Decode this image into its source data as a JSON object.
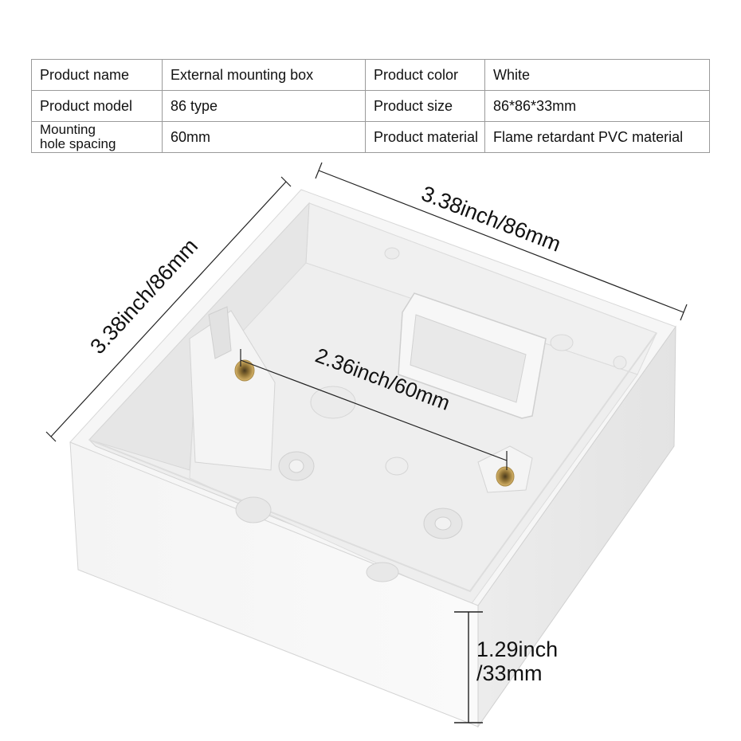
{
  "specs": {
    "rows": [
      [
        {
          "label": "Product name",
          "value": "External mounting box"
        },
        {
          "label": "Product color",
          "value": "White"
        }
      ],
      [
        {
          "label": "Product model",
          "value": "86 type"
        },
        {
          "label": "Product size",
          "value": "86*86*33mm"
        }
      ],
      [
        {
          "label_line1": "Mounting",
          "label_line2": "hole spacing",
          "value": "60mm"
        },
        {
          "label": "Product material",
          "value": "Flame retardant PVC material"
        }
      ]
    ]
  },
  "dimensions": {
    "width_top": "3.38inch/86mm",
    "depth_left": "3.38inch/86mm",
    "hole_spacing": "2.36inch/60mm",
    "height_line1": "1.29inch",
    "height_line2": "/33mm"
  },
  "colors": {
    "box_white": "#f3f3f3",
    "box_shadow": "#d9d9d9",
    "brass": "#c9a65a",
    "line": "#222222"
  }
}
